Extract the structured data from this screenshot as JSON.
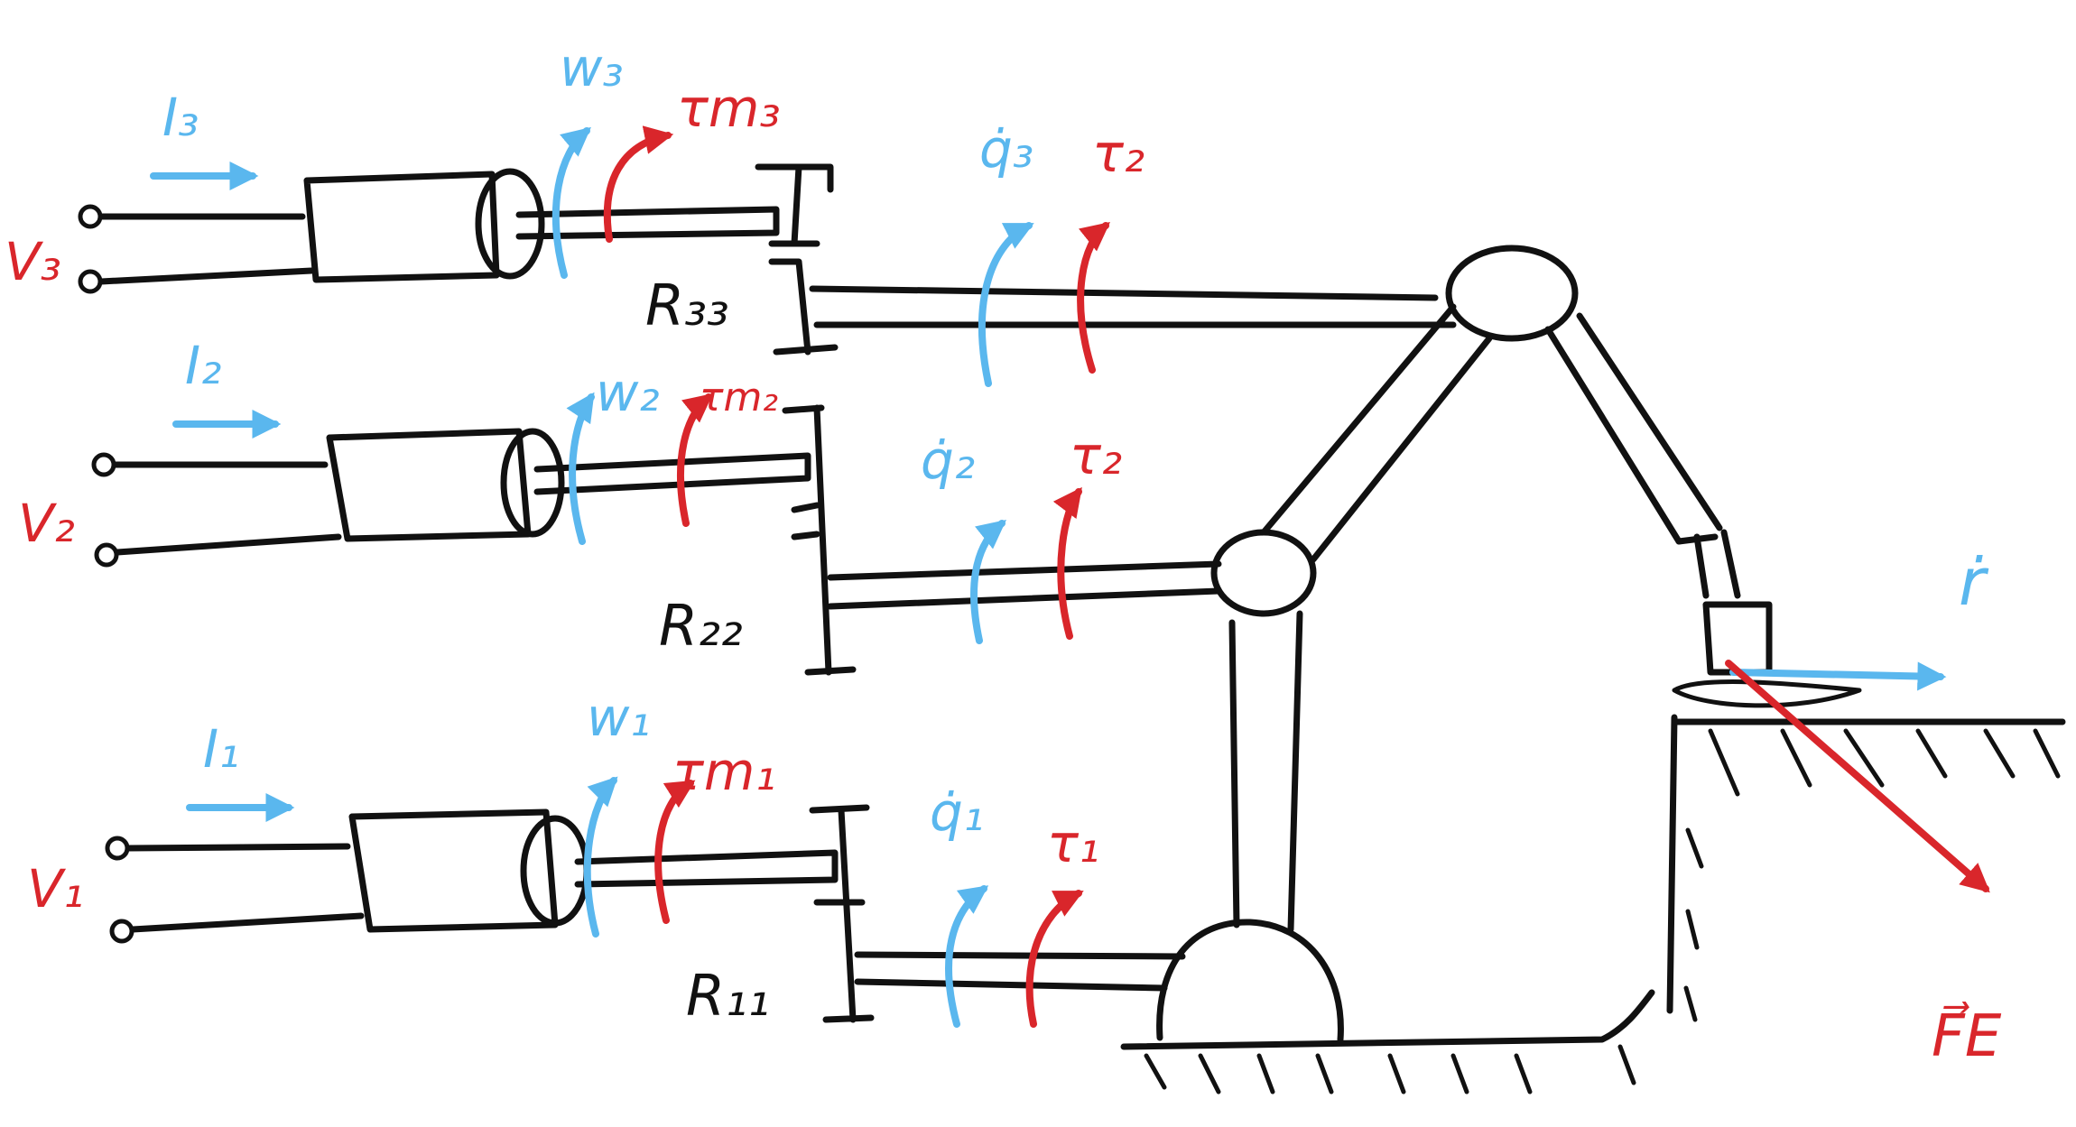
{
  "colors": {
    "ink": "#111111",
    "kinematic": "#5ab7ee",
    "dynamic": "#d9262b"
  },
  "drives": [
    {
      "voltage": "V₃",
      "current": "I₃",
      "motor_speed": "w₃",
      "motor_torque": "τm₃",
      "gear": "R₃₃",
      "joint_velocity": "q̇₃",
      "joint_torque": "τ₂"
    },
    {
      "voltage": "V₂",
      "current": "I₂",
      "motor_speed": "w₂",
      "motor_torque": "τm₂",
      "gear": "R₂₂",
      "joint_velocity": "q̇₂",
      "joint_torque": "τ₂"
    },
    {
      "voltage": "V₁",
      "current": "I₁",
      "motor_speed": "w₁",
      "motor_torque": "τm₁",
      "gear": "R₁₁",
      "joint_velocity": "q̇₁",
      "joint_torque": "τ₁"
    }
  ],
  "end_effector": {
    "velocity": "ṙ",
    "force": "F⃗E"
  }
}
